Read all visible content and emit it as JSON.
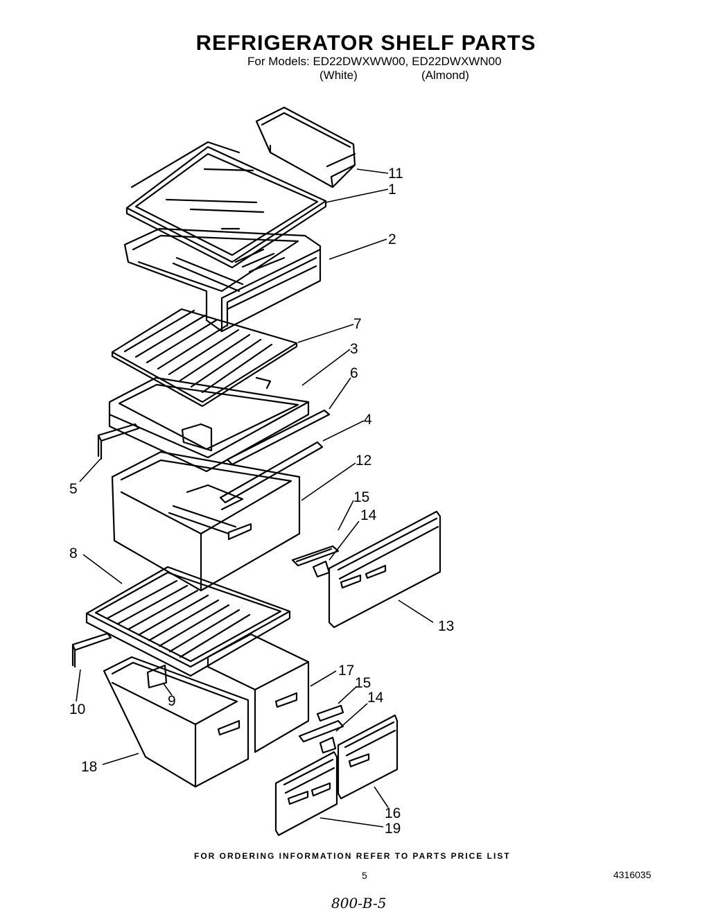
{
  "header": {
    "title": "REFRIGERATOR SHELF PARTS",
    "models_line": "For Models: ED22DWXWW00, ED22DWXWN00",
    "variant_white": "(White)",
    "variant_almond": "(Almond)"
  },
  "callouts": [
    "11",
    "1",
    "2",
    "7",
    "3",
    "6",
    "4",
    "5",
    "12",
    "15",
    "14",
    "13",
    "8",
    "17",
    "15",
    "14",
    "10",
    "9",
    "18",
    "16",
    "19"
  ],
  "footer": {
    "ordering_info": "FOR ORDERING INFORMATION REFER TO PARTS PRICE LIST",
    "page_number": "5",
    "doc_number": "4316035",
    "handwritten_note": "800-B-5"
  }
}
